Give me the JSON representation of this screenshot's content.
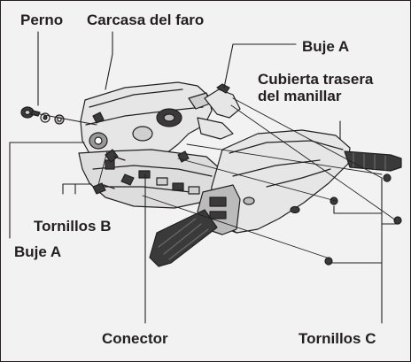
{
  "labels": {
    "perno": "Perno",
    "carcasa": "Carcasa del faro",
    "buje_a_top": "Buje A",
    "cubierta_line1": "Cubierta trasera",
    "cubierta_line2": "del manillar",
    "tornillos_b": "Tornillos B",
    "buje_a_left": "Buje A",
    "conector": "Conector",
    "tornillos_c": "Tornillos C"
  },
  "colors": {
    "background": "#f2f2f2",
    "ink": "#231f20",
    "body_fill": "#e6e6e6",
    "body_dark": "#3a3a3a"
  }
}
